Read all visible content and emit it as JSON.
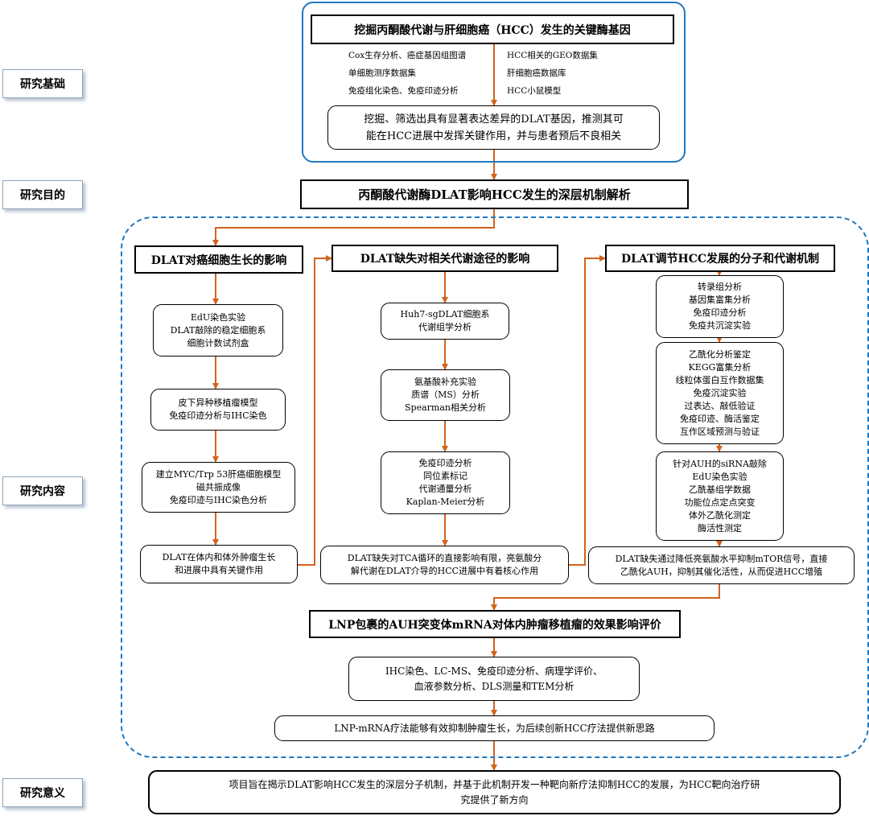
{
  "colors": {
    "arrow": "#d1631d",
    "frame_blue": "#1f78c2",
    "border": "#000000"
  },
  "side_labels": {
    "foundation": "研究基础",
    "objective": "研究目的",
    "content": "研究内容",
    "significance": "研究意义"
  },
  "foundation": {
    "title": "挖掘丙酮酸代谢与肝细胞癌（HCC）发生的关键酶基因",
    "methods_left": [
      "Cox生存分析、癌症基因组图谱",
      "单细胞测序数据集",
      "免疫组化染色、免疫印迹分析"
    ],
    "methods_right": [
      "HCC相关的GEO数据集",
      "肝细胞癌数据库",
      "HCC小鼠模型"
    ],
    "conclusion": [
      "挖掘、筛选出具有显著表达差异的DLAT基因，推测其可",
      "能在HCC进展中发挥关键作用，并与患者预后不良相关"
    ]
  },
  "objective": {
    "title": "丙酮酸代谢酶DLAT影响HCC发生的深层机制解析"
  },
  "columns": {
    "growth": {
      "header": "DLAT对癌细胞生长的影响",
      "steps": [
        [
          "EdU染色实验",
          "DLAT敲除的稳定细胞系",
          "细胞计数试剂盒"
        ],
        [
          "皮下异种移植瘤模型",
          "免疫印迹分析与IHC染色"
        ],
        [
          "建立MYC/Trp 53肝癌细胞模型",
          "磁共振成像",
          "免疫印迹与IHC染色分析"
        ]
      ],
      "conclusion": [
        "DLAT在体内和体外肿瘤生长",
        "和进展中具有关键作用"
      ]
    },
    "metabolism": {
      "header": "DLAT缺失对相关代谢途径的影响",
      "steps": [
        [
          "Huh7-sgDLAT细胞系",
          "代谢组学分析"
        ],
        [
          "氨基酸补充实验",
          "质谱（MS）分析",
          "Spearman相关分析"
        ],
        [
          "免疫印迹分析",
          "同位素标记",
          "代谢通量分析",
          "Kaplan-Meier分析"
        ]
      ],
      "conclusion": [
        "DLAT缺失对TCA循环的直接影响有限，亮氨酸分",
        "解代谢在DLAT介导的HCC进展中有着核心作用"
      ]
    },
    "mechanism": {
      "header": "DLAT调节HCC发展的分子和代谢机制",
      "steps": [
        [
          "转录组分析",
          "基因集富集分析",
          "免疫印迹分析",
          "免疫共沉淀实验"
        ],
        [
          "乙酰化分析鉴定",
          "KEGG富集分析",
          "线粒体蛋白互作数据集",
          "免疫沉淀实验",
          "过表达、敲低验证",
          "免疫印迹、酶活鉴定",
          "互作区域预测与验证"
        ],
        [
          "针对AUH的siRNA敲除",
          "EdU染色实验",
          "乙酰基组学数据",
          "功能位点定点突变",
          "体外乙酰化测定",
          "酶活性测定"
        ]
      ],
      "conclusion": [
        "DLAT缺失通过降低亮氨酸水平抑制mTOR信号，直接",
        "乙酰化AUH，抑制其催化活性，从而促进HCC增殖"
      ]
    }
  },
  "therapy": {
    "title": "LNP包裹的AUH突变体mRNA对体内肿瘤移植瘤的效果影响评价",
    "methods": [
      "IHC染色、LC-MS、免疫印迹分析、病理学评价、",
      "血液参数分析、DLS测量和TEM分析"
    ],
    "conclusion": "LNP-mRNA疗法能够有效抑制肿瘤生长，为后续创新HCC疗法提供新思路"
  },
  "significance": {
    "text": [
      "项目旨在揭示DLAT影响HCC发生的深层分子机制，并基于此机制开发一种靶向新疗法抑制HCC的发展，为HCC靶向治疗研",
      "究提供了新方向"
    ]
  }
}
